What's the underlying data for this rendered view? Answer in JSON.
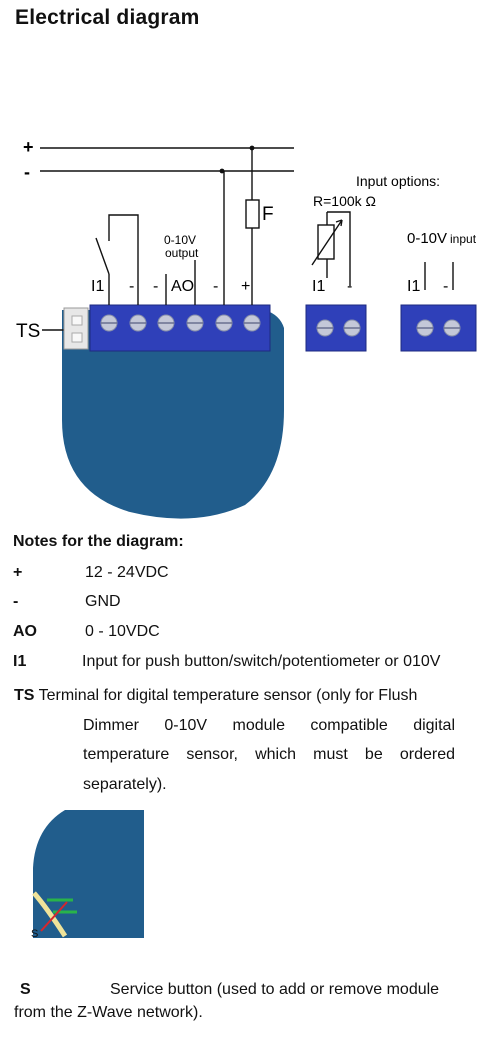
{
  "title": "Electrical diagram",
  "diagram": {
    "plus": "+",
    "minus": "-",
    "output_label_1": "0-10V",
    "output_label_2": "output",
    "fuse": "F",
    "ts": "TS",
    "terminals": [
      "I1",
      "-",
      "-",
      "AO",
      "-",
      "+"
    ],
    "input_options": "Input options:",
    "resistor": "R=100k Ω",
    "option1_terminals": [
      "I1",
      "-"
    ],
    "option2_title_main": "0-10V",
    "option2_title_sub": "input",
    "option2_terminals": [
      "I1",
      "-"
    ],
    "service_button": "S"
  },
  "notes": {
    "heading": "Notes for the diagram:",
    "items": [
      {
        "symbol": "+",
        "text": "12 - 24VDC"
      },
      {
        "symbol": "-",
        "text": "GND"
      },
      {
        "symbol": "AO",
        "text": "0 - 10VDC"
      },
      {
        "symbol": "I1",
        "text": "Input for push button/switch/potentiometer or 010V"
      }
    ],
    "ts_symbol": "TS",
    "ts_line1": "Terminal for digital temperature sensor (only for Flush",
    "ts_rest": "Dimmer 0-10V module compatible digital temperature sensor, which must be ordered separately).",
    "service_symbol": "S",
    "service_text": "Service button (used to add  or remove module from the  Z-Wave network)."
  },
  "colors": {
    "module_body": "#215d8c",
    "terminal_block": "#2f40b9",
    "screw": "#c4c8d8",
    "green_stripe": "#29b34a",
    "yellow_stripe": "#efe39a",
    "red_line": "#d8262b"
  }
}
